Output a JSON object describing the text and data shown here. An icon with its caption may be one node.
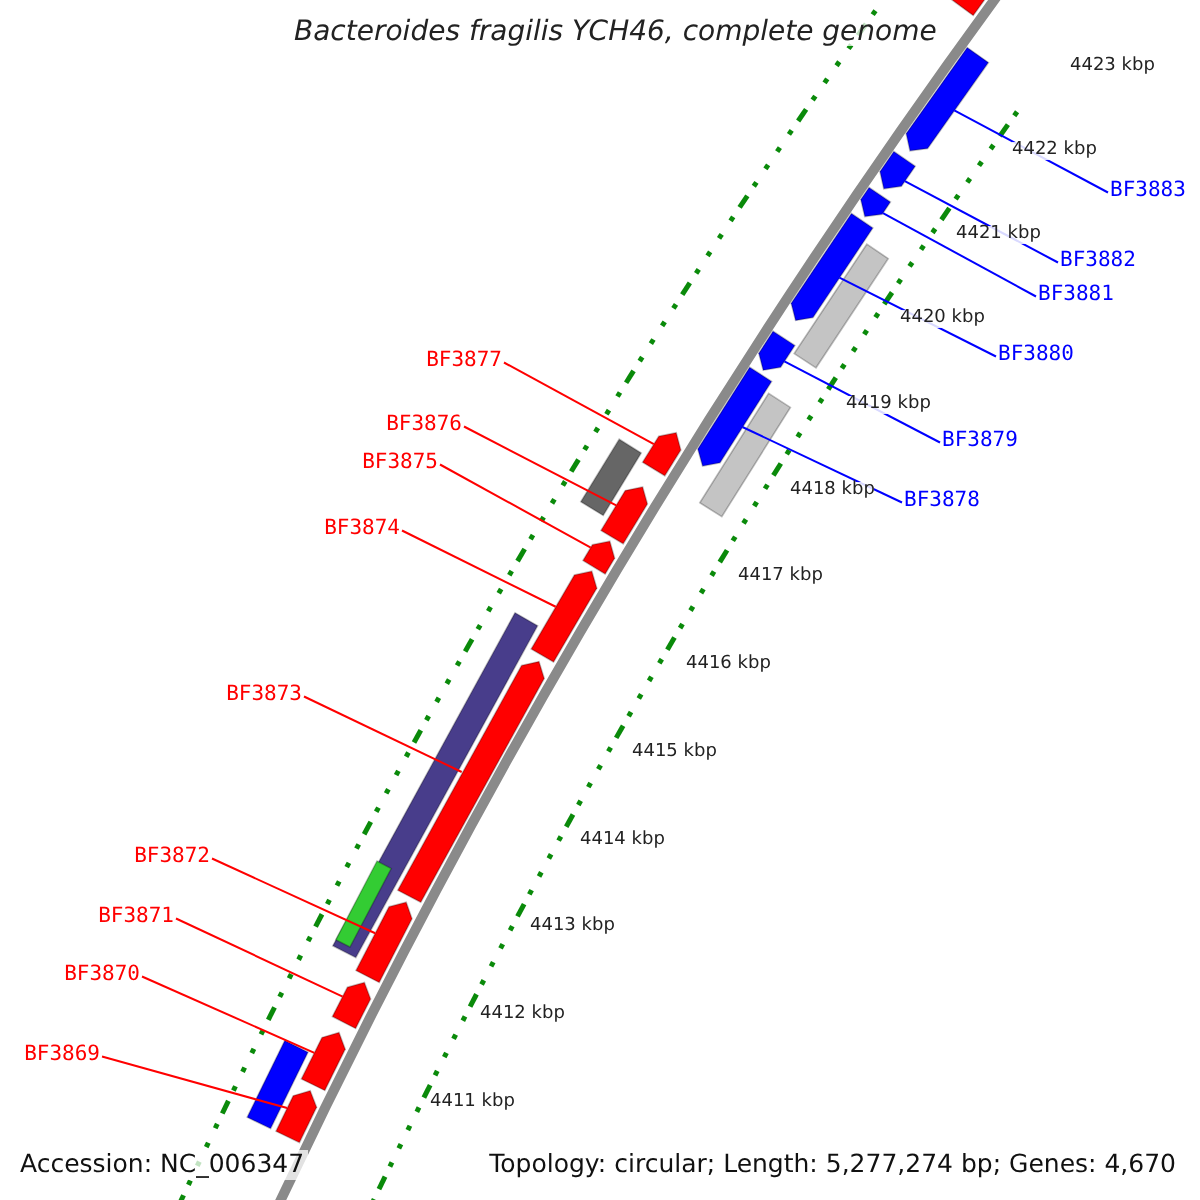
{
  "diagram": {
    "title": "Bacteroides fragilis YCH46, complete genome",
    "nodes": [
      {
        "text": [
          "BF3883"
        ]
      },
      {
        "text": [
          "BF3882"
        ]
      },
      {
        "text": [
          "BF3881"
        ]
      },
      {
        "text": [
          "BF3880"
        ]
      },
      {
        "text": [
          "BF3877"
        ]
      },
      {
        "text": [
          "BF3876"
        ]
      },
      {
        "text": [
          "BF3879"
        ]
      },
      {
        "text": [
          "BF3875"
        ]
      },
      {
        "text": [
          "BF3878"
        ]
      },
      {
        "text": [
          "BF3874"
        ]
      },
      {
        "text": [
          "BF3873"
        ]
      },
      {
        "text": [
          "BF3872"
        ]
      },
      {
        "text": [
          "BF3871"
        ]
      },
      {
        "text": [
          "BF3870"
        ]
      },
      {
        "text": [
          "BF3869"
        ]
      },
      {
        "text": [],
        "shape": "arrow"
      },
      {
        "text": [],
        "shape": "arrow"
      },
      {
        "text": [],
        "shape": "arrow"
      },
      {
        "text": [],
        "shape": "arrow"
      },
      {
        "text": [],
        "shape": "arrow"
      },
      {
        "text": [],
        "shape": "arrow"
      },
      {
        "text": [],
        "shape": "arrow"
      },
      {
        "text": [],
        "shape": "arrow"
      },
      {
        "text": [],
        "shape": "arrow"
      },
      {
        "text": [],
        "shape": "arrow"
      },
      {
        "text": [],
        "shape": "arrow"
      },
      {
        "text": [],
        "shape": "arrow"
      },
      {
        "text": [],
        "shape": "arrow"
      },
      {
        "text": [],
        "shape": "arrow"
      },
      {
        "text": [],
        "shape": "arrow"
      }
    ],
    "edges": [
      {
        "from": 0,
        "to": 15,
        "arrow": "none",
        "color": "#0000ff"
      },
      {
        "from": 1,
        "to": 16,
        "arrow": "none",
        "color": "#0000ff"
      },
      {
        "from": 2,
        "to": 17,
        "arrow": "none",
        "color": "#0000ff"
      },
      {
        "from": 3,
        "to": 18,
        "arrow": "none",
        "color": "#0000ff"
      },
      {
        "from": 4,
        "to": 21,
        "arrow": "none"
      },
      {
        "from": 5,
        "to": 22,
        "arrow": "none"
      },
      {
        "from": 6,
        "to": 19,
        "arrow": "none",
        "color": "#0000ff"
      },
      {
        "from": 7,
        "to": 23,
        "arrow": "none"
      },
      {
        "from": 8,
        "to": 20,
        "arrow": "none",
        "color": "#0000ff"
      },
      {
        "from": 9,
        "to": 24,
        "arrow": "none"
      },
      {
        "from": 10,
        "to": 25,
        "arrow": "none"
      },
      {
        "from": 11,
        "to": 26,
        "arrow": "none"
      },
      {
        "from": 12,
        "to": 27,
        "arrow": "none"
      },
      {
        "from": 13,
        "to": 28,
        "arrow": "none"
      },
      {
        "from": 14,
        "to": 29,
        "arrow": "none"
      }
    ],
    "labels": [
      "4423 kbp",
      "4422 kbp",
      "4421 kbp",
      "4420 kbp",
      "4419 kbp",
      "4418 kbp",
      "4417 kbp",
      "4416 kbp",
      "4415 kbp",
      "4414 kbp",
      "4413 kbp",
      "4412 kbp",
      "4411 kbp",
      "Accession: NC_006347",
      "Topology: circular; Length: 5,277,274 bp; Genes: 4,670"
    ]
  }
}
